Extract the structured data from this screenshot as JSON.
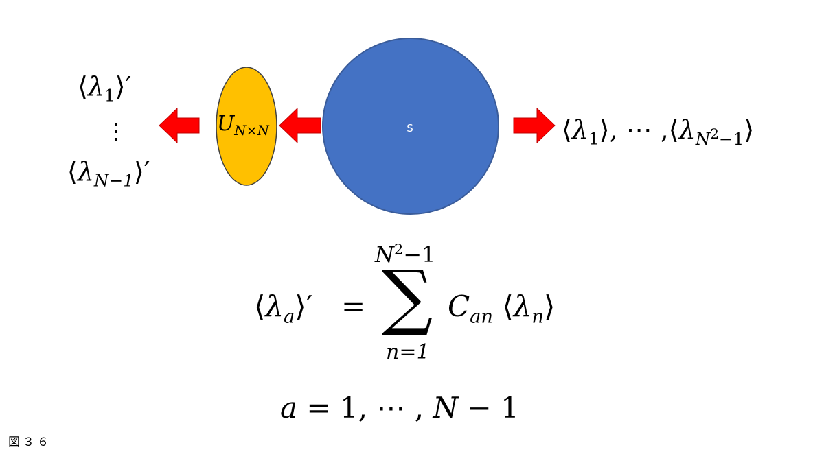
{
  "diagram": {
    "circle_label": "S",
    "ellipse_label": {
      "base": "U",
      "sub": "N×N"
    },
    "left_output": {
      "top": {
        "sym": "λ",
        "sub": "1",
        "prime": "′"
      },
      "dots": "⋮",
      "bottom": {
        "sym": "λ",
        "sub": "N−1",
        "prime": "′"
      }
    },
    "right_output": {
      "first": {
        "sym": "λ",
        "sub": "1"
      },
      "sep": ", ⋯ ,",
      "last": {
        "sym": "λ",
        "sub_base": "N",
        "sub_sup": "2",
        "sub_tail": "−1"
      }
    },
    "colors": {
      "circle": "#4472c4",
      "ellipse": "#ffc000",
      "arrow": "#ff0000",
      "outline": "#3a5c9a"
    }
  },
  "equations": {
    "main": {
      "lhs_sym": "λ",
      "lhs_sub": "a",
      "prime": "′",
      "eq": "=",
      "sum_top_base": "N",
      "sum_top_sup": "2",
      "sum_top_tail": "−1",
      "sum_sign": "∑",
      "sum_bottom": "n=1",
      "coef_base": "C",
      "coef_sub": "an",
      "rhs_sym": "λ",
      "rhs_sub": "n"
    },
    "range": {
      "var": "a",
      "eq": "=",
      "rest_1": "1, ⋯ , ",
      "rest_N": "N",
      "rest_2": " − 1"
    }
  },
  "caption": "図３６"
}
